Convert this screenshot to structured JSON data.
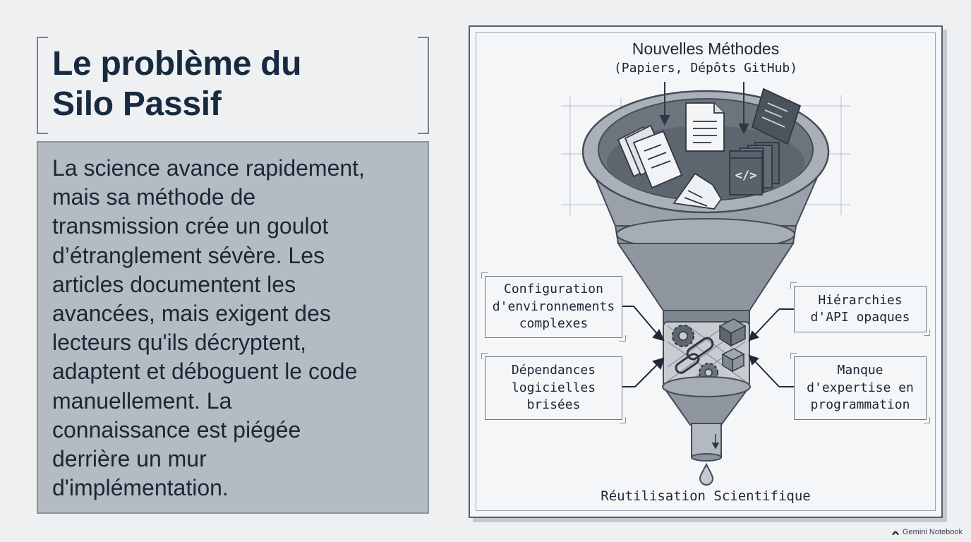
{
  "title": "Le problème du\nSilo Passif",
  "body_text": "La science avance rapidement,\nmais sa méthode de\ntransmission crée un goulot\nd’étranglement sévère. Les\narticles documentent les\navancées, mais exigent des\nlecteurs qu'ils décryptent,\nadaptent et déboguent le code\nmanuellement. La\nconnaissance est piégée\nderrière un mur\nd'implémentation.",
  "diagram": {
    "input_title": "Nouvelles Méthodes",
    "input_subtitle": "(Papiers, Dépôts GitHub)",
    "callouts": {
      "left_top": "Configuration\nd'environnements\ncomplexes",
      "left_bottom": "Dépendances\nlogicielles\nbrisées",
      "right_top": "Hiérarchies\nd'API opaques",
      "right_bottom": "Manque\nd'expertise en\nprogrammation"
    },
    "output_label": "Réutilisation Scientifique",
    "code_icon": "</>"
  },
  "watermark": "Gemini Notebook",
  "colors": {
    "background": "#eef0f2",
    "title": "#182a40",
    "panel": "#b5bbc3",
    "funnel": "#9aa1aa",
    "frame_border": "#556070"
  }
}
